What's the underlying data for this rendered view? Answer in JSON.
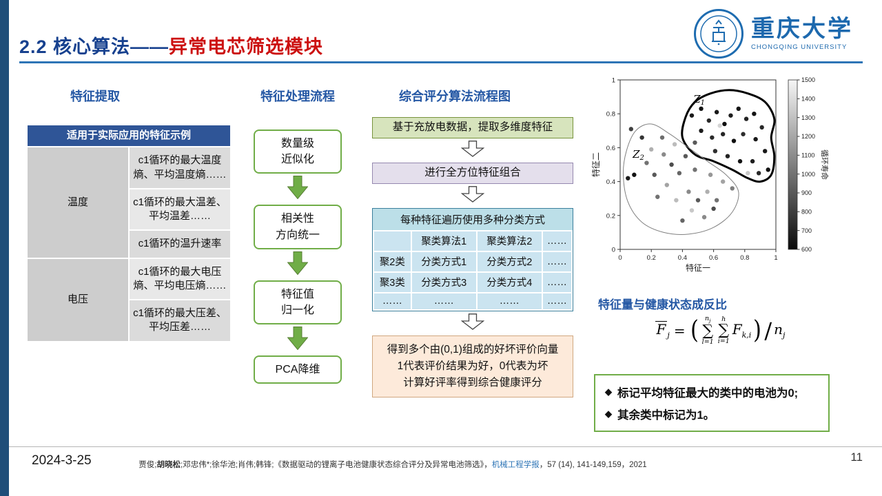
{
  "slide": {
    "title_blue": "2.2 核心算法——",
    "title_red": "异常电芯筛选模块",
    "date": "2024-3-25",
    "page_number": "11",
    "citation": {
      "pre": "贾俊;",
      "author_bold": "胡晓松",
      "mid": ";邓忠伟*;徐华池;肖伟;韩锋;《数据驱动的锂离子电池健康状态综合评分及异常电池筛选》，",
      "journal": "机械工程学报",
      "post": "，57 (14), 141-149,159，2021"
    }
  },
  "palette": {
    "accent_blue": "#2457A4",
    "accent_red": "#CC1111",
    "green": "#70AD47",
    "green_dark": "#587F35",
    "navy_bar": "#1F4E79",
    "table_header_blue": "#2F5597"
  },
  "icons": {
    "flow_arrow_solid": "down-block-arrow-green",
    "flow_arrow_hollow": "down-block-arrow-outline",
    "emblem": "university-seal"
  },
  "logo": {
    "cn_name": "重庆大学",
    "en_name": "CHONGQING UNIVERSITY"
  },
  "feature_extraction": {
    "heading": "特征提取",
    "table_title": "适用于实际应用的特征示例",
    "groups": [
      {
        "label": "温度",
        "rows": [
          "c1循环的最大温度熵、平均温度熵……",
          "c1循环的最大温差、平均温差……",
          "c1循环的温升速率"
        ]
      },
      {
        "label": "电压",
        "rows": [
          "c1循环的最大电压熵、平均电压熵……",
          "c1循环的最大压差、平均压差……"
        ]
      }
    ]
  },
  "processing_flow": {
    "heading": "特征处理流程",
    "steps": [
      {
        "lines": [
          "数量级",
          "近似化"
        ]
      },
      {
        "lines": [
          "相关性",
          "方向统一"
        ]
      },
      {
        "lines": [
          "特征值",
          "归一化"
        ]
      },
      {
        "lines": [
          "PCA降维"
        ]
      }
    ]
  },
  "scoring_flow": {
    "heading": "综合评分算法流程图",
    "step_extract": "基于充放电数据，提取多维度特征",
    "step_combine": "进行全方位特征组合",
    "step_classify_title": "每种特征遍历使用多种分类方式",
    "classify_table": {
      "header": [
        "",
        "聚类算法1",
        "聚类算法2",
        "……"
      ],
      "rows": [
        [
          "聚2类",
          "分类方式1",
          "分类方式2",
          "……"
        ],
        [
          "聚3类",
          "分类方式3",
          "分类方式4",
          "……"
        ],
        [
          "……",
          "……",
          "……",
          "……"
        ]
      ]
    },
    "step_result_lines": [
      "得到多个由(0,1)组成的好坏评价向量",
      "1代表评价结果为好，0代表为坏",
      "计算好评率得到综合健康评分"
    ]
  },
  "chart_data": {
    "type": "scatter",
    "xlabel": "特征一",
    "ylabel": "特征二",
    "xlim": [
      0,
      1
    ],
    "ylim": [
      0,
      1
    ],
    "xticks": [
      0,
      0.2,
      0.4,
      0.6,
      0.8,
      1
    ],
    "yticks": [
      0,
      0.2,
      0.4,
      0.6,
      0.8,
      1
    ],
    "grid": false,
    "colorbar": {
      "label": "循环寿命",
      "min": 600,
      "max": 1500,
      "ticks": [
        600,
        700,
        800,
        900,
        1000,
        1100,
        1200,
        1300,
        1400,
        1500
      ]
    },
    "points_format": [
      "x",
      "y",
      "cycle_life"
    ],
    "points": [
      [
        0.46,
        0.79,
        650
      ],
      [
        0.52,
        0.83,
        620
      ],
      [
        0.57,
        0.76,
        700
      ],
      [
        0.62,
        0.81,
        640
      ],
      [
        0.67,
        0.74,
        610
      ],
      [
        0.71,
        0.79,
        660
      ],
      [
        0.76,
        0.83,
        630
      ],
      [
        0.81,
        0.77,
        680
      ],
      [
        0.86,
        0.8,
        620
      ],
      [
        0.91,
        0.72,
        700
      ],
      [
        0.87,
        0.65,
        640
      ],
      [
        0.79,
        0.68,
        720
      ],
      [
        0.73,
        0.64,
        600
      ],
      [
        0.66,
        0.68,
        690
      ],
      [
        0.59,
        0.66,
        710
      ],
      [
        0.52,
        0.7,
        650
      ],
      [
        0.61,
        0.58,
        730
      ],
      [
        0.69,
        0.55,
        680
      ],
      [
        0.77,
        0.52,
        620
      ],
      [
        0.85,
        0.52,
        660
      ],
      [
        0.93,
        0.58,
        640
      ],
      [
        0.95,
        0.47,
        620
      ],
      [
        0.89,
        0.45,
        700
      ],
      [
        0.82,
        0.45,
        1350
      ],
      [
        0.64,
        0.73,
        1400
      ],
      [
        0.48,
        0.63,
        900
      ],
      [
        0.07,
        0.71,
        800
      ],
      [
        0.14,
        0.66,
        750
      ],
      [
        0.09,
        0.44,
        620
      ],
      [
        0.05,
        0.42,
        650
      ],
      [
        0.17,
        0.51,
        1000
      ],
      [
        0.22,
        0.44,
        900
      ],
      [
        0.28,
        0.56,
        1100
      ],
      [
        0.33,
        0.5,
        850
      ],
      [
        0.38,
        0.45,
        950
      ],
      [
        0.3,
        0.38,
        1200
      ],
      [
        0.24,
        0.31,
        1000
      ],
      [
        0.36,
        0.29,
        1300
      ],
      [
        0.44,
        0.34,
        1100
      ],
      [
        0.5,
        0.29,
        900
      ],
      [
        0.56,
        0.34,
        1250
      ],
      [
        0.62,
        0.29,
        1000
      ],
      [
        0.46,
        0.23,
        1350
      ],
      [
        0.54,
        0.19,
        1100
      ],
      [
        0.4,
        0.17,
        950
      ],
      [
        0.6,
        0.24,
        850
      ],
      [
        0.66,
        0.4,
        1200
      ],
      [
        0.72,
        0.36,
        1050
      ],
      [
        0.58,
        0.44,
        1150
      ],
      [
        0.48,
        0.47,
        1000
      ],
      [
        0.42,
        0.55,
        900
      ],
      [
        0.35,
        0.62,
        1300
      ],
      [
        0.2,
        0.59,
        1250
      ],
      [
        0.27,
        0.66,
        980
      ]
    ],
    "clusters": [
      {
        "label": "Z1",
        "label_pos": [
          0.47,
          0.865
        ],
        "outline_width": 3,
        "outline_color": "#000000",
        "outline": [
          [
            0.4,
            0.66
          ],
          [
            0.42,
            0.78
          ],
          [
            0.48,
            0.87
          ],
          [
            0.58,
            0.92
          ],
          [
            0.7,
            0.94
          ],
          [
            0.82,
            0.92
          ],
          [
            0.93,
            0.87
          ],
          [
            0.99,
            0.77
          ],
          [
            0.97,
            0.66
          ],
          [
            0.99,
            0.55
          ],
          [
            0.97,
            0.44
          ],
          [
            0.9,
            0.4
          ],
          [
            0.82,
            0.42
          ],
          [
            0.72,
            0.47
          ],
          [
            0.6,
            0.52
          ],
          [
            0.48,
            0.56
          ]
        ]
      },
      {
        "label": "Z2",
        "label_pos": [
          0.08,
          0.54
        ],
        "outline_width": 1,
        "outline_color": "#808080",
        "outline": [
          [
            0.02,
            0.44
          ],
          [
            0.04,
            0.58
          ],
          [
            0.1,
            0.7
          ],
          [
            0.2,
            0.74
          ],
          [
            0.32,
            0.68
          ],
          [
            0.44,
            0.6
          ],
          [
            0.56,
            0.52
          ],
          [
            0.68,
            0.44
          ],
          [
            0.76,
            0.34
          ],
          [
            0.72,
            0.22
          ],
          [
            0.6,
            0.13
          ],
          [
            0.44,
            0.09
          ],
          [
            0.28,
            0.1
          ],
          [
            0.14,
            0.16
          ],
          [
            0.05,
            0.28
          ]
        ]
      }
    ]
  },
  "annotation": {
    "caption": "特征量与健康状态成反比",
    "formula": {
      "lhs_base": "F",
      "lhs_sub": "j",
      "equals": "=",
      "paren_open": "(",
      "paren_close": ")",
      "sigma": "∑",
      "sum1_sup_base": "n",
      "sum1_sup_sub": "j",
      "sum1_sub": "l=1",
      "sum2_sup": "h",
      "sum2_sub": "i=1",
      "term_base": "F",
      "term_sub": "k,i",
      "slash": "/",
      "denom_base": "n",
      "denom_sub": "j"
    }
  },
  "notes": {
    "bullet": "◆",
    "items": [
      "标记平均特征最大的类中的电池为0;",
      "其余类中标记为1。"
    ]
  }
}
